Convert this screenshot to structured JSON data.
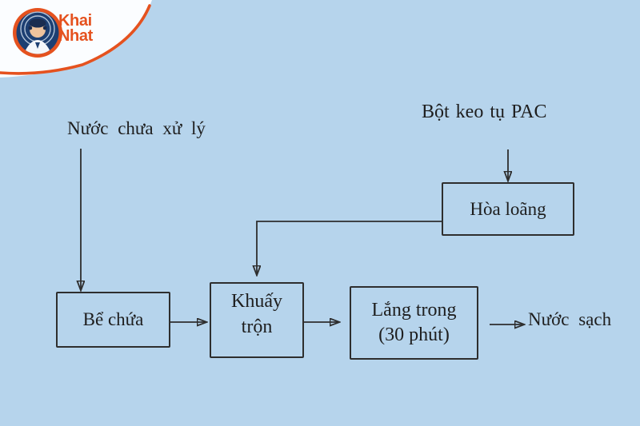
{
  "colors": {
    "bg": "#b6d4ec",
    "line": "#2e2e2e",
    "text": "#1e1e1e",
    "brand-orange": "#e5521f",
    "brand-navy": "#1d3f72",
    "badge-white": "#fbfdff"
  },
  "logo": {
    "name_line1": "Khai",
    "name_line2": "Nhat",
    "mark_icon": "khai-nhat-portrait-logo"
  },
  "diagram": {
    "labels": {
      "untreated_water": "Nước chưa xử lý",
      "pac_powder": "Bột keo tụ PAC",
      "dilute": "Hòa loãng",
      "storage_tank": "Bể chứa",
      "mixing": "Khuấy\ntrộn",
      "settling": "Lắng trong\n(30 phút)",
      "clean_water": "Nước sạch"
    }
  }
}
